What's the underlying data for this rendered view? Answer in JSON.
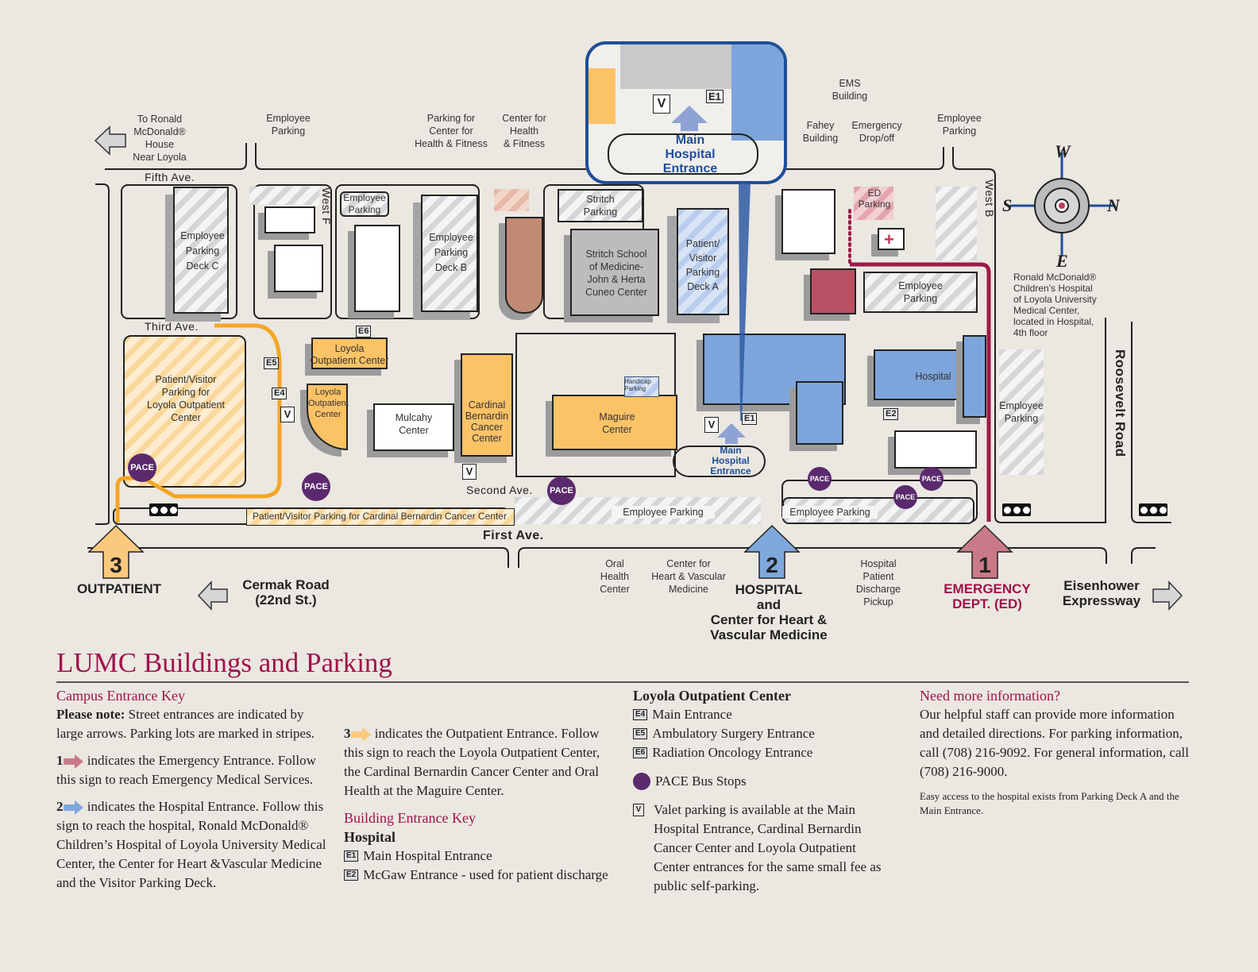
{
  "map": {
    "labels": {
      "ronald_mcdonald_house": "To Ronald\nMcDonald®\nHouse\nNear Loyola",
      "employee_parking_top_left": "Employee\nParking",
      "parking_health_fitness": "Parking for\nCenter for\nHealth & Fitness",
      "center_health_fitness": "Center for\nHealth\n& Fitness",
      "ems_building": "EMS\nBuilding",
      "fahey_building": "Fahey\nBuilding",
      "emergency_dropoff": "Emergency\nDrop/off",
      "employee_parking_top_right": "Employee\nParking",
      "ronald_mcdonald_childrens": "Ronald McDonald®\nChildren's Hospital\nof Loyola University\nMedical Center,\nlocated in Hospital,\n4th floor",
      "oral_health_center": "Oral\nHealth\nCenter",
      "center_heart_vascular": "Center for\nHeart & Vascular\nMedicine",
      "hospital_discharge": "Hospital\nPatient\nDischarge\nPickup"
    },
    "streets": {
      "fifth_ave": "Fifth Ave.",
      "third_ave": "Third Ave.",
      "second_ave": "Second Ave.",
      "first_ave": "First Ave.",
      "west_f": "West F",
      "west_b": "West B",
      "roosevelt_road": "Roosevelt Road"
    },
    "buildings": {
      "deck_c": "Employee\nParking\nDeck C",
      "employee_parking_wf": "Employee\nParking",
      "deck_b": "Employee\nParking\nDeck B",
      "stritch_parking": "Stritch\nParking",
      "stritch_school": "Stritch School\nof Medicine-\nJohn & Herta\nCuneo Center",
      "deck_a": "Patient/\nVisitor\nParking\nDeck A",
      "ed_parking": "ED\nParking",
      "employee_parking_ems": "Employee\nParking",
      "hospital": "Hospital",
      "employee_parking_east": "Employee\nParking",
      "outpatient_parking": "Patient/Visitor\nParking for\nLoyola Outpatient\nCenter",
      "loyola_outpatient_center": "Loyola\nOutpatient Center",
      "loyola_outpatient_center_2": "Loyola\nOutpatient\nCenter",
      "mulcahy_center": "Mulcahy\nCenter",
      "cardinal_bernardin": "Cardinal\nBernardin\nCancer\nCenter",
      "handicap_parking": "Handicap\nParking",
      "maguire_center": "Maguire\nCenter",
      "main_hospital_entrance": "Main\nHospital\nEntrance",
      "cbcc_parking": "Patient/Visitor Parking for Cardinal Bernardin Cancer Center",
      "employee_parking_south_1": "Employee Parking",
      "employee_parking_south_2": "Employee Parking"
    },
    "inset": {
      "label": "Main\nHospital\nEntrance",
      "valet": "V",
      "entrance": "E1"
    },
    "entrance_markers": [
      "E1",
      "E2",
      "E4",
      "E5",
      "E6"
    ],
    "valet_marker": "V",
    "pace_marker": "PACE",
    "compass": {
      "w": "W",
      "s": "S",
      "n": "N",
      "e": "E"
    },
    "campus_entrances": [
      {
        "number": "3",
        "label": "OUTPATIENT",
        "color": "#fbc97d"
      },
      {
        "number": "2",
        "label": "HOSPITAL\nand\nCenter for Heart &\nVascular Medicine",
        "color": "#7fa8dc"
      },
      {
        "number": "1",
        "label": "EMERGENCY\nDEPT. (ED)",
        "color": "#c97a88"
      }
    ],
    "directions": {
      "cermak": "Cermak Road\n(22nd St.)",
      "eisenhower": "Eisenhower\nExpressway"
    }
  },
  "legend": {
    "title": "LUMC Buildings and Parking",
    "campus_key": {
      "heading": "Campus Entrance Key",
      "note_bold": "Please note:",
      "note": " Street entrances are indicated by large arrows. Parking lots are marked in stripes.",
      "entry1_num": "1",
      "entry1": " indicates the Emergency Entrance. Follow this sign to reach Emergency Medical Services.",
      "entry2_num": "2",
      "entry2": " indicates the Hospital Entrance. Follow this sign to reach the hospital, Ronald McDonald® Children’s Hospital of Loyola University Medical Center, the Center for Heart &Vascular Medicine and the Visitor Parking Deck.",
      "entry3_num": "3",
      "entry3": " indicates the Outpatient Entrance. Follow this sign to reach the Loyola Outpatient Center, the Cardinal Bernardin Cancer Center and Oral Health at the Maguire Center."
    },
    "building_key": {
      "heading": "Building Entrance Key",
      "hospital_heading": "Hospital",
      "hospital_items": [
        {
          "code": "E1",
          "label": "Main Hospital Entrance"
        },
        {
          "code": "E2",
          "label": "McGaw Entrance - used for patient discharge"
        }
      ],
      "outpatient_heading": "Loyola Outpatient Center",
      "outpatient_items": [
        {
          "code": "E4",
          "label": "Main Entrance"
        },
        {
          "code": "E5",
          "label": "Ambulatory Surgery Entrance"
        },
        {
          "code": "E6",
          "label": "Radiation Oncology Entrance"
        }
      ],
      "pace": "PACE Bus Stops",
      "valet": "Valet parking is available at the Main Hospital Entrance, Cardinal Bernardin Cancer Center and Loyola Outpatient Center entrances for the same small fee as public self-parking."
    },
    "info": {
      "heading": "Need more information?",
      "body": "Our helpful staff can provide more information and detailed directions. For parking information, call (708) 216-9092. For general information, call (708) 216-9000.",
      "footnote": "Easy access to the hospital exists from Parking Deck A and the Main Entrance."
    }
  },
  "colors": {
    "accent": "#a0124a",
    "hospital_blue": "#7ea5db",
    "outpatient_orange": "#fcc266",
    "emergency_red": "#b95064",
    "pace_purple": "#5b2a6e",
    "inset_border": "#1e4f98"
  }
}
